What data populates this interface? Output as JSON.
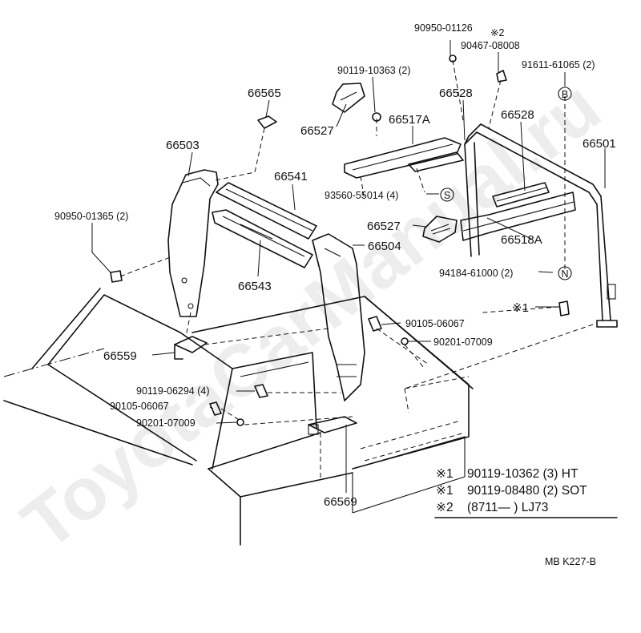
{
  "diagram": {
    "watermark": "ToyotaCarManual.ru",
    "reference": "MB  K227-B",
    "callouts": [
      {
        "id": "p90950_01126",
        "text": "90950-01126"
      },
      {
        "id": "mark2",
        "text": "※2"
      },
      {
        "id": "p90467_08008",
        "text": "90467-08008"
      },
      {
        "id": "p90119_10363",
        "text": "90119-10363 (2)"
      },
      {
        "id": "p91611_61065",
        "text": "91611-61065 (2)"
      },
      {
        "id": "p66565",
        "text": "66565"
      },
      {
        "id": "p66528_a",
        "text": "66528"
      },
      {
        "id": "p66528_b",
        "text": "66528"
      },
      {
        "id": "p66527_a",
        "text": "66527"
      },
      {
        "id": "p66517a",
        "text": "66517A"
      },
      {
        "id": "p66503",
        "text": "66503"
      },
      {
        "id": "p66501",
        "text": "66501"
      },
      {
        "id": "p66541",
        "text": "66541"
      },
      {
        "id": "p93560_55014",
        "text": "93560-55014 (4)"
      },
      {
        "id": "p90950_01365",
        "text": "90950-01365 (2)"
      },
      {
        "id": "p66527_b",
        "text": "66527"
      },
      {
        "id": "p66504",
        "text": "66504"
      },
      {
        "id": "p66518a",
        "text": "66518A"
      },
      {
        "id": "p66543",
        "text": "66543"
      },
      {
        "id": "p94184_61000",
        "text": "94184-61000 (2)"
      },
      {
        "id": "mark1",
        "text": "※1"
      },
      {
        "id": "p90105_06067_a",
        "text": "90105-06067"
      },
      {
        "id": "p90201_07009_a",
        "text": "90201-07009"
      },
      {
        "id": "p66559",
        "text": "66559"
      },
      {
        "id": "p90119_06294",
        "text": "90119-06294 (4)"
      },
      {
        "id": "p90105_06067_b",
        "text": "90105-06067"
      },
      {
        "id": "p90201_07009_b",
        "text": "90201-07009"
      },
      {
        "id": "p66569",
        "text": "66569"
      }
    ],
    "circle_markers": [
      {
        "id": "mB",
        "text": "B"
      },
      {
        "id": "mS",
        "text": "S"
      },
      {
        "id": "mN",
        "text": "N"
      }
    ],
    "notes": [
      {
        "mark": "※1",
        "text": "90119-10362 (3) HT"
      },
      {
        "mark": "※1",
        "text": "90119-08480 (2) SOT"
      },
      {
        "mark": "※2",
        "text": "(8711—        ) LJ73"
      }
    ]
  }
}
